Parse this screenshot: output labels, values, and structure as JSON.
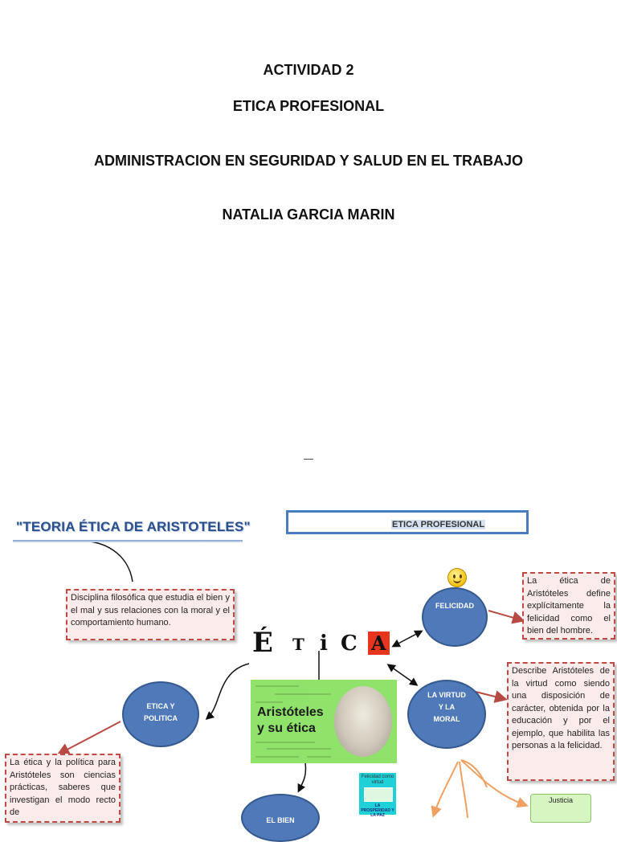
{
  "cover": {
    "activity": "ACTIVIDAD 2",
    "subject": "ETICA PROFESIONAL",
    "program": "ADMINISTRACION EN SEGURIDAD Y SALUD EN EL TRABAJO",
    "author": "NATALIA GARCIA MARIN"
  },
  "map": {
    "title": "\"TEORIA ÉTICA DE ARISTOTELES\"",
    "header": "ETICA PROFESIONAL",
    "definition": "Disciplina filosófica que estudia el bien y el mal y sus relaciones con la moral y el comportamiento humano.",
    "etica_letters": [
      "É",
      "T",
      "i",
      "C",
      "A"
    ],
    "image_caption_line1": "Aristóteles",
    "image_caption_line2": "y su ética",
    "nodes": {
      "felicidad": "FELICIDAD",
      "virtud_l1": "LA VIRTUD",
      "virtud_l2": "Y LA",
      "virtud_l3": "MORAL",
      "etica_pol_l1": "ETICA Y",
      "etica_pol_l2": "POLITICA",
      "bien": "EL BIEN"
    },
    "notes": {
      "felicidad": "La ética de Aristóteles define explícitamente la felicidad como el bien del hombre.",
      "virtud": "Describe Aristóteles de la virtud como siendo una disposición de carácter, obtenida por la educación y por el ejemplo, que habilita las personas a la felicidad.",
      "politica": "La ética y la política para Aristóteles son ciencias prácticas, saberes que investigan el modo recto de"
    },
    "small_image_top": "Felicidad como virtud",
    "small_image_bottom": "LA PROSPERIDAD Y LA PAZ",
    "justicia": "Justicia",
    "colors": {
      "oval": "#4f79b8",
      "note_border": "#c04a44",
      "note_fill": "#fbeceb",
      "arrow_red": "#b84a44",
      "branch_orange": "#f0a060",
      "title_blue": "#2a4f8a"
    }
  }
}
